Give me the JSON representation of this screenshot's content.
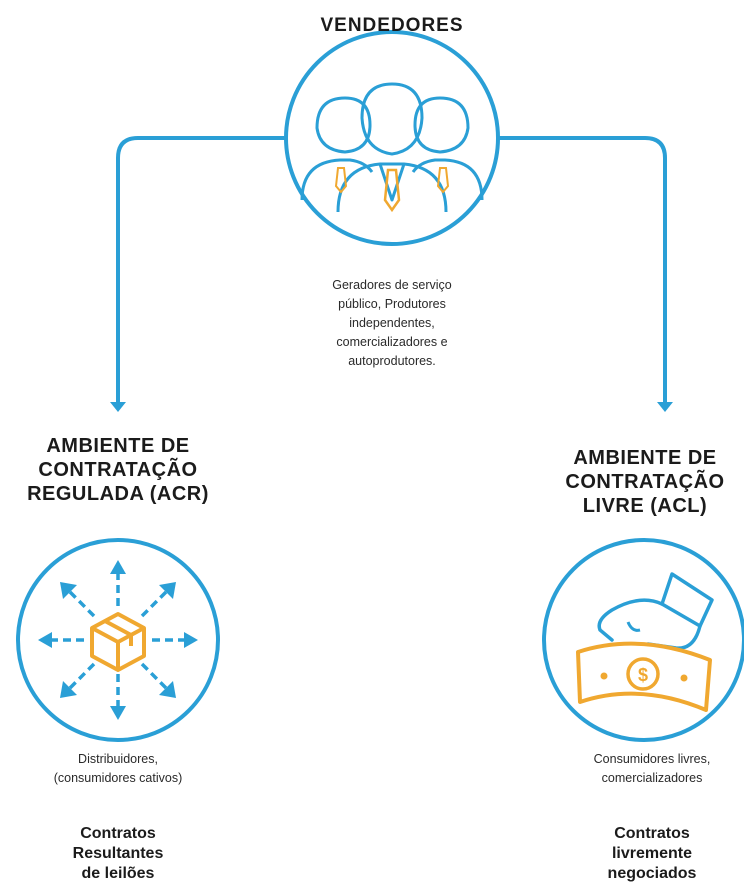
{
  "seller": {
    "title": "VENDEDORES",
    "description": [
      "Geradores de  serviço",
      "público, Produtores",
      "independentes,",
      "comercializadores e",
      "autoprodutores."
    ],
    "icon": "group-of-people-icon"
  },
  "acr": {
    "heading": [
      "AMBIENTE DE",
      "CONTRATAÇÃO",
      "REGULADA (ACR)"
    ],
    "description": [
      "Distribuidores,",
      "(consumidores cativos)"
    ],
    "contract": [
      "Contratos",
      "Resultantes",
      "de leilões"
    ],
    "icon": "box-distribution-icon"
  },
  "acl": {
    "heading": [
      "AMBIENTE DE",
      "CONTRATAÇÃO",
      "LIVRE (ACL)"
    ],
    "description": [
      "Consumidores livres,",
      "comercializadores"
    ],
    "contract": [
      "Contratos",
      "livremente",
      "negociados"
    ],
    "icon": "hand-money-icon"
  },
  "colors": {
    "blue": "#2a9fd6",
    "orange": "#f0a830",
    "text": "#1b1b1b"
  }
}
